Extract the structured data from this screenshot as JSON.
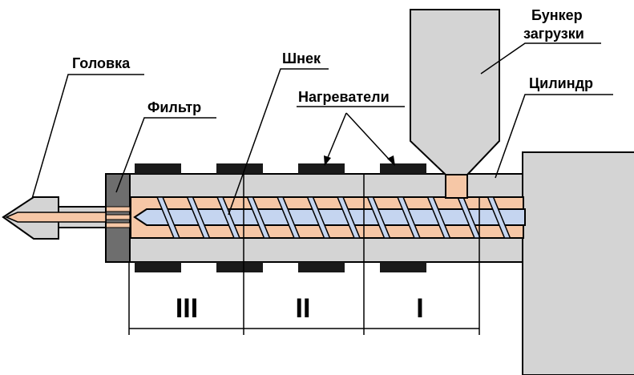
{
  "labels": {
    "head": "Головка",
    "screw": "Шнек",
    "filter": "Фильтр",
    "heaters": "Нагреватели",
    "hopper_line1": "Бункер",
    "hopper_line2": "загрузки",
    "cylinder": "Цилиндр"
  },
  "zones": [
    "III",
    "II",
    "I"
  ],
  "colors": {
    "barrel": "#d4d4d4",
    "melt": "#f6c7a6",
    "screw": "#c5d5f0",
    "heater": "#1a1a1a",
    "filter_block": "#6e6e6e",
    "stroke": "#000000"
  }
}
